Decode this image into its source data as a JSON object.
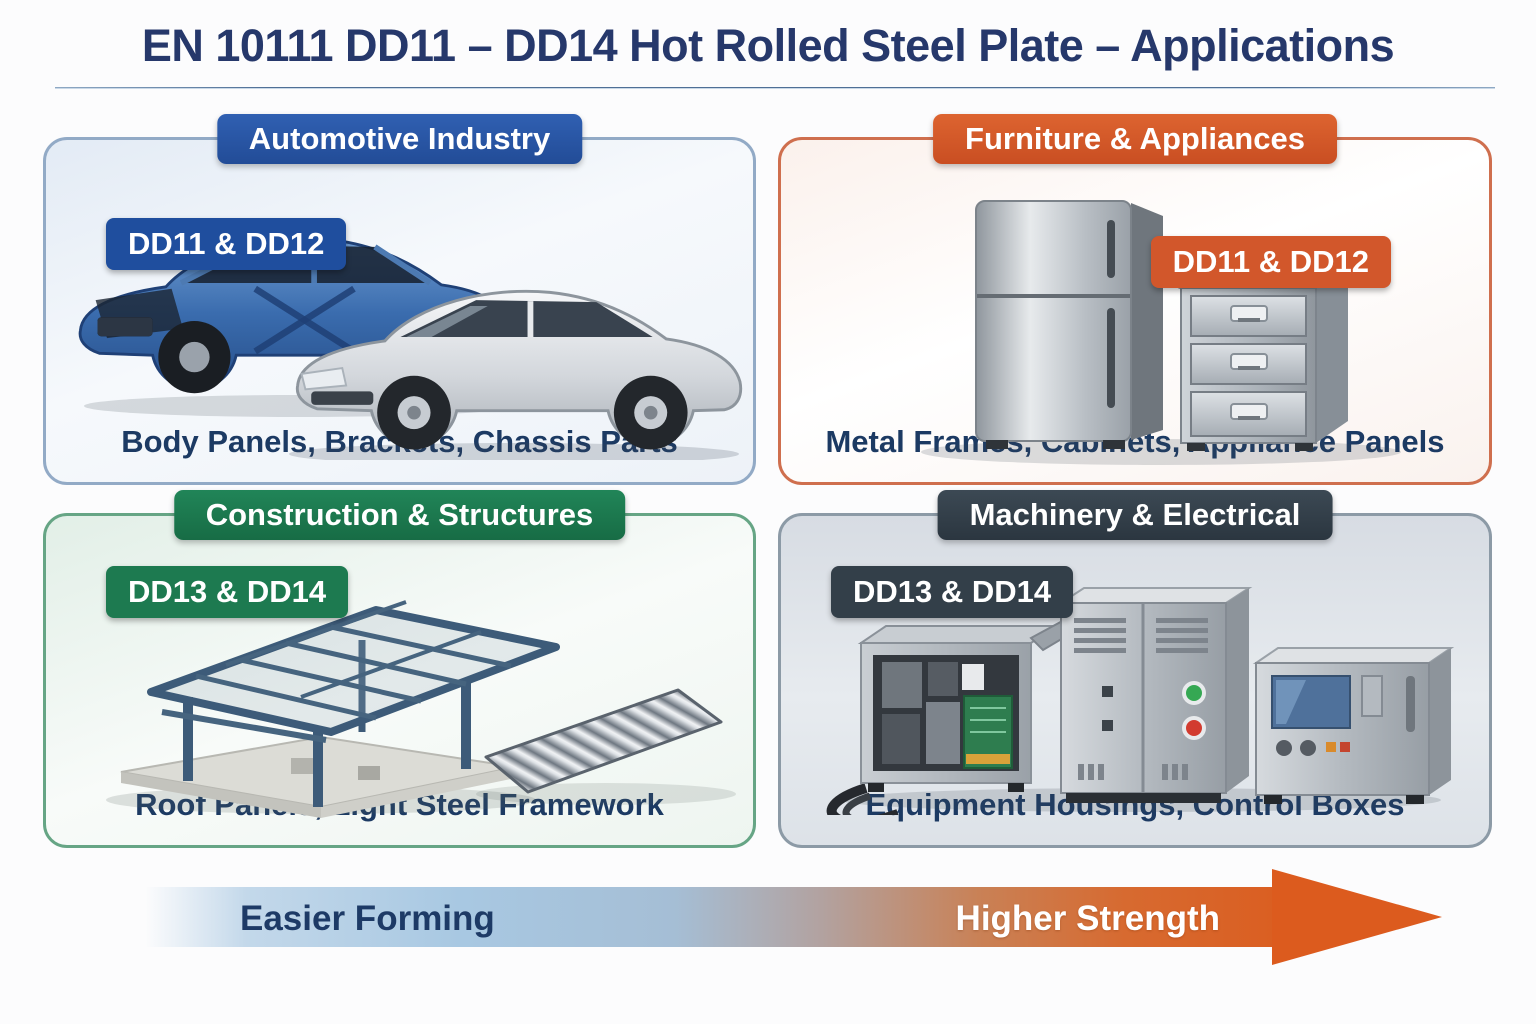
{
  "title": "EN 10111 DD11 – DD14 Hot Rolled Steel Plate – Applications",
  "title_color": "#26386b",
  "panels": [
    {
      "id": "automotive",
      "header": "Automotive Industry",
      "grades": "DD11 & DD12",
      "caption": "Body Panels, Brackets, Chassis Parts",
      "accent_color": "#2b55a3",
      "grade_badge_color": "#1f4e9e",
      "border_color": "#92aac6",
      "illustration": "cars-illustration"
    },
    {
      "id": "furniture",
      "header": "Furniture & Appliances",
      "grades": "DD11 & DD12",
      "caption": "Metal Frames, Cabinets, Appliance Panels",
      "accent_color": "#d2572b",
      "grade_badge_color": "#d2572b",
      "border_color": "#cf6f4e",
      "illustration": "fridge-cabinet-illustration"
    },
    {
      "id": "construction",
      "header": "Construction & Structures",
      "grades": "DD13 & DD14",
      "caption": "Roof Panels, Light Steel Framework",
      "accent_color": "#1d7a50",
      "grade_badge_color": "#1d7a50",
      "border_color": "#66a585",
      "illustration": "steel-frame-roof-illustration"
    },
    {
      "id": "machinery",
      "header": "Machinery & Electrical",
      "grades": "DD13 & DD14",
      "caption": "Equipment Housings, Control Boxes",
      "accent_color": "#333f49",
      "grade_badge_color": "#333f49",
      "border_color": "#8c9aa6",
      "illustration": "control-cabinets-illustration"
    }
  ],
  "footer": {
    "left_label": "Easier Forming",
    "right_label": "Higher Strength",
    "gradient_left_color": "#a8c8e2",
    "gradient_right_color": "#da5f22",
    "arrowhead_color": "#dc5b1e",
    "left_label_color": "#1d3a66",
    "right_label_color": "#ffffff"
  }
}
